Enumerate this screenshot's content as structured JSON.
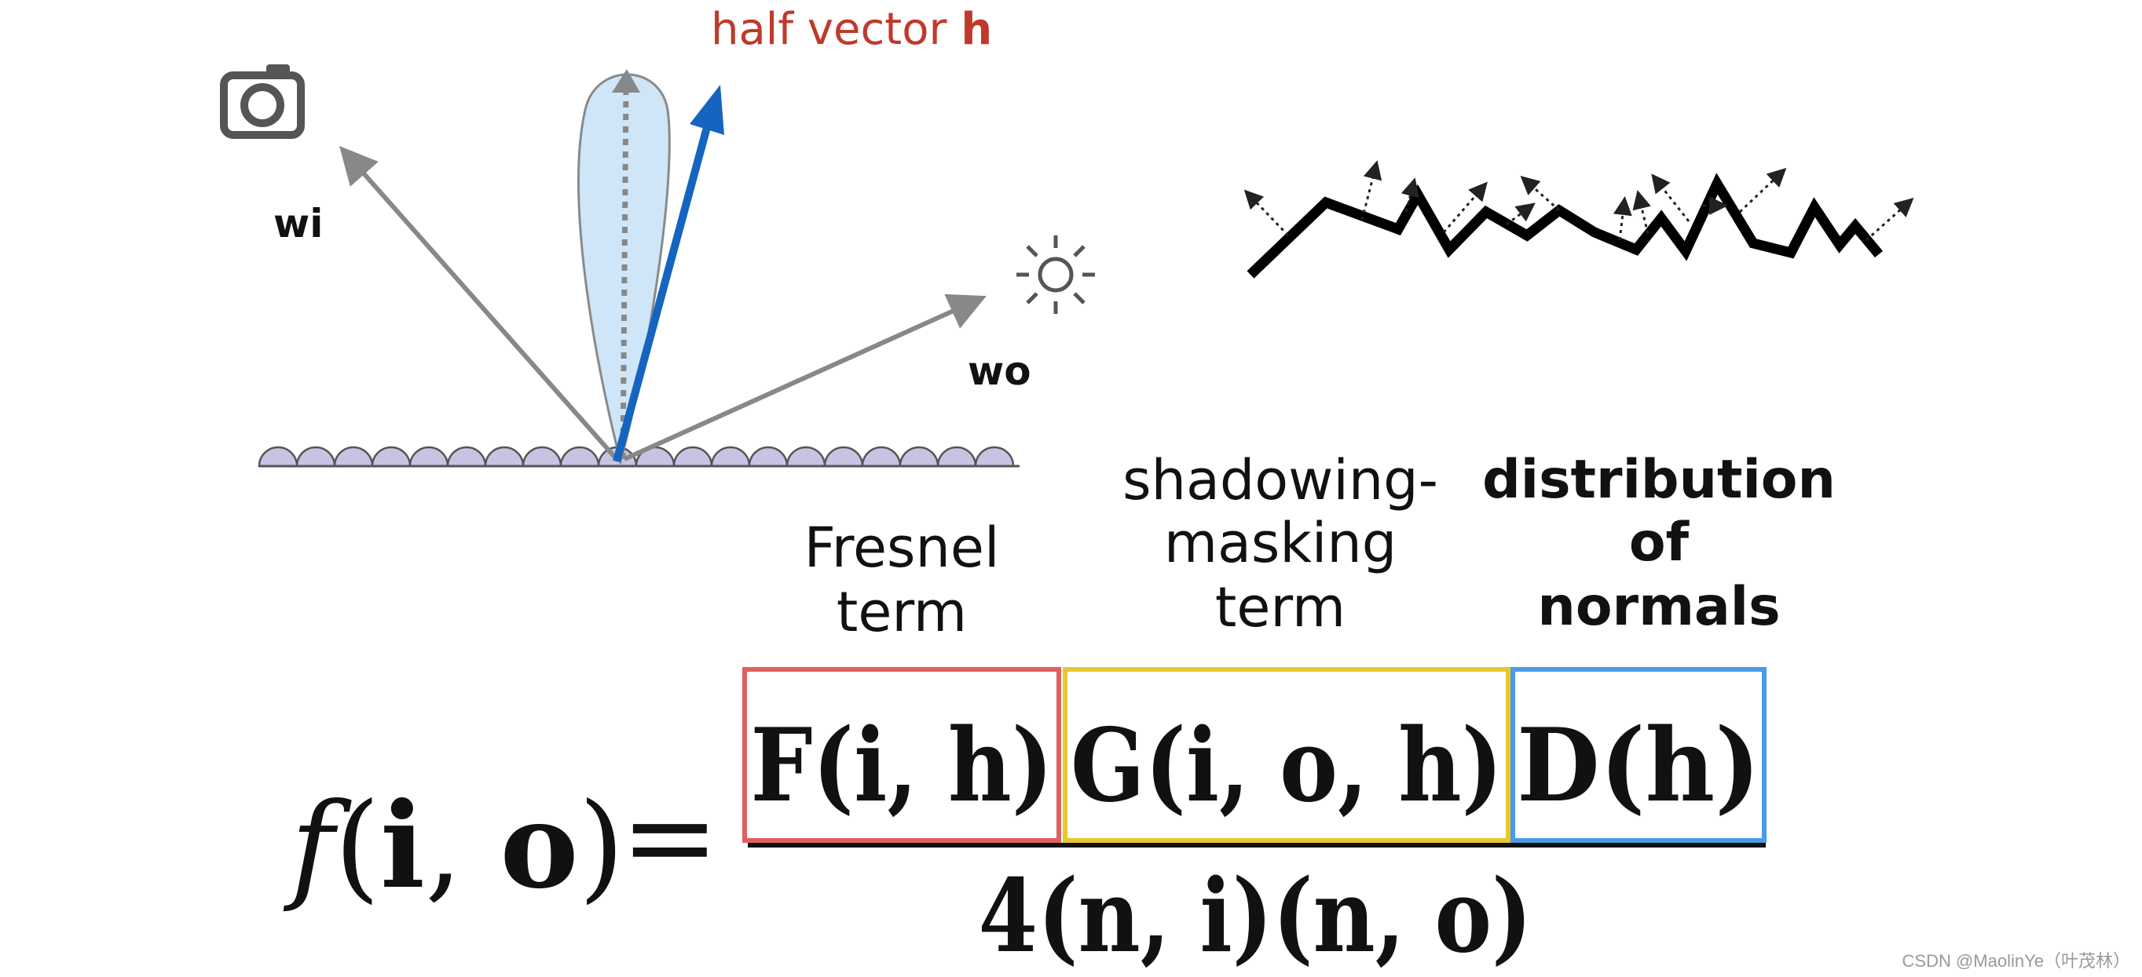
{
  "diagram": {
    "half_vector_label_prefix": "half vector ",
    "half_vector_label_symbol": "h",
    "wi_label": "wi",
    "wo_label": "wo",
    "icons": {
      "camera": "camera-icon",
      "sun": "sun-icon"
    },
    "colors": {
      "half_vector_text": "#c0392b",
      "half_vector_arrow": "#1565c0",
      "gray_arrow": "#888888",
      "lobe_fill": "#cfe6f8",
      "microfacet_fill": "#c9c3e3",
      "fresnel_box": "#e06060",
      "shadowing_box": "#e8c830",
      "distribution_box": "#4a9be8"
    }
  },
  "terms": {
    "fresnel": [
      "Fresnel",
      "term"
    ],
    "shadowing": [
      "shadowing-",
      "masking",
      "term"
    ],
    "distribution": [
      "distribution",
      "of",
      "normals"
    ]
  },
  "equation": {
    "lhs": "f(i,o)",
    "equals": "=",
    "numerator_F": "F(i, h)",
    "numerator_G": "G(i, o, h)",
    "numerator_D": "D(h)",
    "denominator": "4(n, i)(n, o)"
  },
  "watermark": "CSDN @MaolinYe（叶茂林）"
}
